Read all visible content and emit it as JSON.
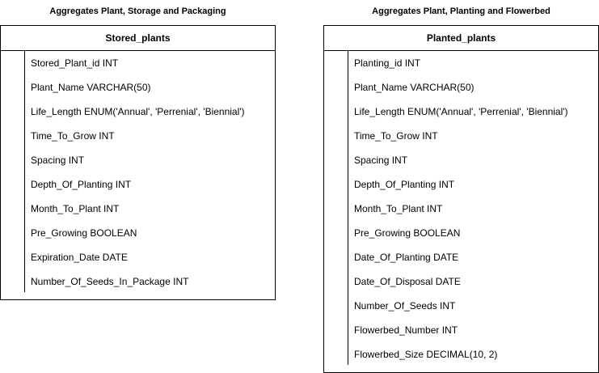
{
  "diagram": {
    "tables": [
      {
        "caption": "Aggregates Plant, Storage and Packaging",
        "name": "Stored_plants",
        "fields": [
          "Stored_Plant_id INT",
          "Plant_Name VARCHAR(50)",
          "Life_Length ENUM('Annual', 'Perrenial', 'Biennial')",
          "Time_To_Grow INT",
          "Spacing INT",
          "Depth_Of_Planting INT",
          "Month_To_Plant INT",
          "Pre_Growing BOOLEAN",
          "Expiration_Date DATE",
          "Number_Of_Seeds_In_Package INT"
        ]
      },
      {
        "caption": "Aggregates Plant, Planting and Flowerbed",
        "name": "Planted_plants",
        "fields": [
          "Planting_id INT",
          "Plant_Name VARCHAR(50)",
          "Life_Length ENUM('Annual', 'Perrenial', 'Biennial')",
          "Time_To_Grow INT",
          "Spacing INT",
          "Depth_Of_Planting INT",
          "Month_To_Plant INT",
          "Pre_Growing BOOLEAN",
          "Date_Of_Planting DATE",
          "Date_Of_Disposal DATE",
          "Number_Of_Seeds INT",
          "Flowerbed_Number INT",
          "Flowerbed_Size DECIMAL(10, 2)"
        ]
      }
    ]
  }
}
